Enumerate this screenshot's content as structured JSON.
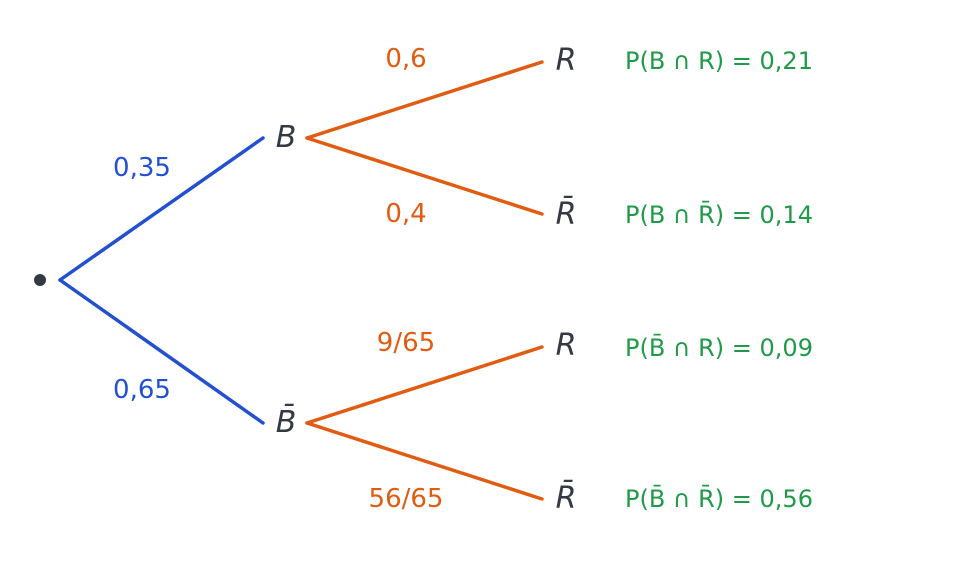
{
  "colors": {
    "first_level": "#2350d0",
    "second_level": "#e05c12",
    "results": "#1f9a48",
    "nodes": "#333a44"
  },
  "tree": {
    "level1": {
      "B": {
        "label": "B",
        "prob": "0,35"
      },
      "B_bar": {
        "label": "B̄",
        "prob": "0,65"
      }
    },
    "level2": {
      "B_R": {
        "label": "R",
        "prob": "0,6",
        "result": "P(B ∩ R) = 0,21"
      },
      "B_Rbar": {
        "label": "R̄",
        "prob": "0,4",
        "result": "P(B ∩ R̄) = 0,14"
      },
      "Bbar_R": {
        "label": "R",
        "prob": "9/65",
        "result": "P(B̄ ∩ R) = 0,09"
      },
      "Bbar_Rbar": {
        "label": "R̄",
        "prob": "56/65",
        "result": "P(B̄ ∩ R̄) = 0,56"
      }
    }
  }
}
